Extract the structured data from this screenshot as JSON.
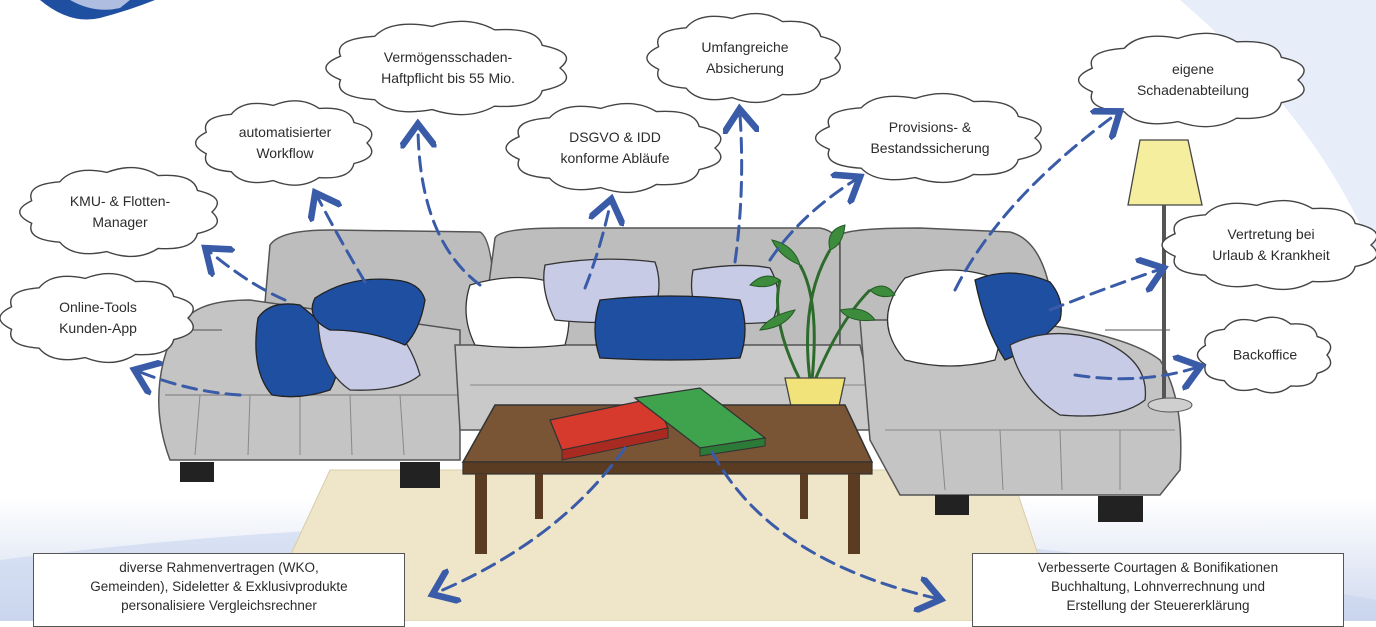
{
  "colors": {
    "arrow": "#3a5ba8",
    "pillow_dark": "#1f4fa0",
    "pillow_light": "#c8cbe6",
    "pillow_white": "#ffffff",
    "sofa": "#bdbdbd",
    "folder_red": "#d63a2c",
    "folder_green": "#3fa34d",
    "table": "#6b4a2f",
    "rug": "#efe6c9",
    "plant": "#3d8b3d",
    "pot": "#f2e27a",
    "lamp_shade": "#f4ee9e"
  },
  "icons": [
    "logo-mark",
    "sofa",
    "pillow",
    "plant",
    "lamp",
    "coffee-table",
    "folder",
    "rug"
  ],
  "clouds": [
    {
      "id": "online-tools",
      "lines": [
        "Online-Tools",
        "Kunden-App"
      ]
    },
    {
      "id": "kmu",
      "lines": [
        "KMU- & Flotten-",
        "Manager"
      ]
    },
    {
      "id": "workflow",
      "lines": [
        "automatisierter",
        "Workflow"
      ]
    },
    {
      "id": "haftpflicht",
      "lines": [
        "Vermögensschaden-",
        "Haftpflicht bis 55 Mio."
      ]
    },
    {
      "id": "dsgvo",
      "lines": [
        "DSGVO & IDD",
        "konforme Abläufe"
      ]
    },
    {
      "id": "absicherung",
      "lines": [
        "Umfangreiche",
        "Absicherung"
      ]
    },
    {
      "id": "provision",
      "lines": [
        "Provisions- &",
        "Bestandssicherung"
      ]
    },
    {
      "id": "schaden",
      "lines": [
        "eigene",
        "Schadenabteilung"
      ]
    },
    {
      "id": "vertretung",
      "lines": [
        "Vertretung bei",
        "Urlaub & Krankheit"
      ]
    },
    {
      "id": "backoffice",
      "lines": [
        "Backoffice"
      ]
    }
  ],
  "boxes": [
    {
      "id": "rahmen",
      "lines": [
        "diverse Rahmenvertragen  (WKO,",
        "Gemeinden), Sideletter  & Exklusivprodukte",
        "personalisiere Vergleichsrechner"
      ]
    },
    {
      "id": "courtagen",
      "lines": [
        "Verbesserte Courtagen & Bonifikationen",
        "Buchhaltung, Lohnverrechnung und",
        "Erstellung der Steuererklärung"
      ]
    }
  ]
}
